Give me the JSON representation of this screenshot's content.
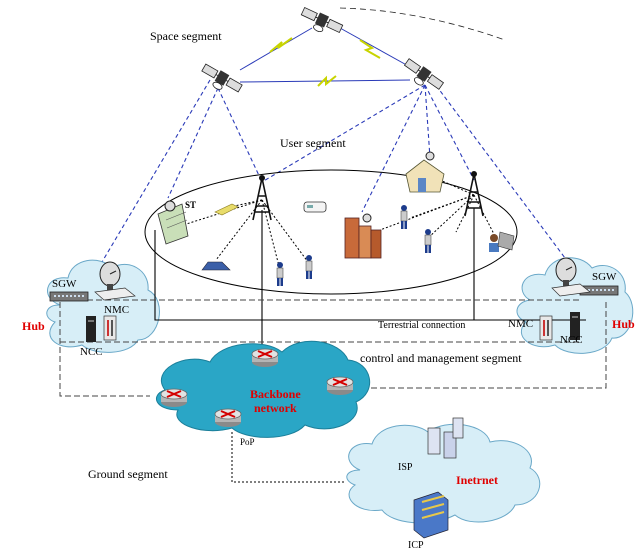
{
  "labels": {
    "space_segment": "Space segment",
    "user_segment": "User segment",
    "st": "ST",
    "terrestrial": "Terrestrial connection",
    "control_segment": "control and management segment",
    "ground_segment": "Ground segment",
    "sgw_left": "SGW",
    "sgw_right": "SGW",
    "hub_left": "Hub",
    "hub_right": "Hub",
    "nmc_left": "NMC",
    "nmc_right": "NMC",
    "ncc_left": "NCC",
    "ncc_right": "NCC",
    "backbone_line1": "Backbone",
    "backbone_line2": "network",
    "pop": "PoP",
    "isp": "ISP",
    "internet": "Inetrnet",
    "icp": "ICP"
  },
  "colors": {
    "satellite_link": "#2a3ab8",
    "isl_link": "#c8d400",
    "cloud_fill": "#d7eef7",
    "backbone_fill": "#2aa6c6",
    "hub_label": "#e00000"
  }
}
